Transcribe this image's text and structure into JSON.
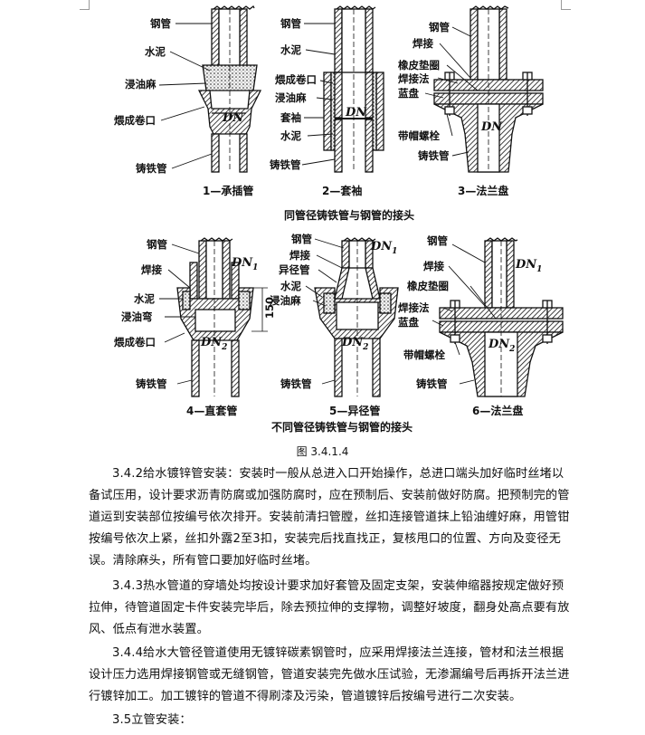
{
  "figure": {
    "number_caption": "图 3.4.1.4",
    "group1_title": "同管径铸铁管与钢管的接头",
    "group2_title": "不同管径铸铁管与钢管的接头",
    "panels": [
      {
        "caption": "1—承插管",
        "labels": [
          "钢管",
          "水泥",
          "浸油麻",
          "煨成卷口",
          "铸铁管"
        ],
        "dn": "DN"
      },
      {
        "caption": "2—套袖",
        "labels": [
          "钢管",
          "水泥",
          "煨成卷口",
          "浸油麻",
          "套袖",
          "水泥",
          "铸铁管"
        ],
        "dn": "DN"
      },
      {
        "caption": "3—法兰盘",
        "labels": [
          "钢管",
          "焊接",
          "橡皮垫圈",
          "焊接法",
          "蓝盘",
          "带帽螺栓",
          "铸铁管"
        ],
        "dn": "DN"
      },
      {
        "caption": "4—直套管",
        "labels": [
          "钢管",
          "焊接",
          "水泥",
          "浸油弯",
          "煨成卷口",
          "铸铁管"
        ],
        "dn1": "DN",
        "dn1_sub": "1",
        "dn2": "DN",
        "dn2_sub": "2",
        "dim": "150"
      },
      {
        "caption": "5—异径管",
        "labels": [
          "钢管",
          "焊接",
          "异径管",
          "水泥",
          "浸油麻",
          "铸铁管"
        ],
        "dn1": "DN",
        "dn1_sub": "1",
        "dn2": "DN",
        "dn2_sub": "2"
      },
      {
        "caption": "6—法兰盘",
        "labels": [
          "钢管",
          "焊接",
          "橡皮垫圈",
          "焊接法",
          "蓝盘",
          "带帽螺栓",
          "铸铁管"
        ],
        "dn1": "DN",
        "dn1_sub": "1",
        "dn2": "DN",
        "dn2_sub": "2"
      }
    ]
  },
  "paragraphs": [
    "3.4.2给水镀锌管安装：安装时一般从总进入口开始操作，总进口端头加好临时丝堵以备试压用，设计要求沥青防腐或加强防腐时，应在预制后、安装前做好防腐。把预制完的管道运到安装部位按编号依次排开。安装前清扫管膛，丝扣连接管道抹上铅油缠好麻，用管钳按编号依次上紧，丝扣外露2至3扣，安装完后找直找正，复核甩口的位置、方向及变径无误。清除麻头，所有管口要加好临时丝堵。",
    "3.4.3热水管道的穿墙处均按设计要求加好套管及固定支架，安装伸缩器按规定做好预拉伸，待管道固定卡件安装完毕后，除去预拉伸的支撑物，调整好坡度，翻身处高点要有放风、低点有泄水装置。",
    "3.4.4给水大管径管道使用无镀锌碳素钢管时，应采用焊接法兰连接，管材和法兰根据设计压力选用焊接钢管或无缝钢管，管道安装完先做水压试验，无渗漏编号后再拆开法兰进行镀锌加工。加工镀锌的管道不得刷漆及污染，管道镀锌后按编号进行二次安装。",
    "3.5立管安装："
  ]
}
